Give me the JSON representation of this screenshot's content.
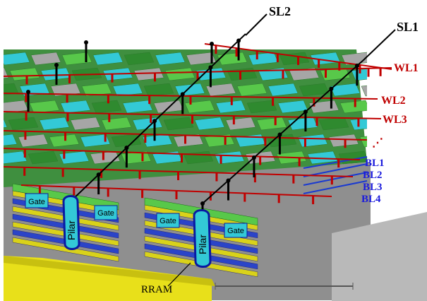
{
  "labels": {
    "sl2": "SL2",
    "sl1": "SL1",
    "wl1": "WL1",
    "wl2": "WL2",
    "wl3": "WL3",
    "wl_more": "⋰",
    "bl1": "BL1",
    "bl2": "BL2",
    "bl3": "BL3",
    "bl4": "BL4",
    "gate": "Gate",
    "pilar": "Pilar",
    "rram": "RRAM"
  },
  "colors": {
    "word_line": "#c00000",
    "select_line": "#000000",
    "bit_line_label": "#1a1adc",
    "gate_fill": "#33c9d6",
    "pillar_fill": "#33c9d6",
    "pillar_border": "#0a1aa0",
    "base_yellow": "#e8e01a",
    "stripe_green": "#2f8a2f",
    "stripe_light_green": "#58c84a",
    "substrate_gray": "#9a9a9a"
  }
}
